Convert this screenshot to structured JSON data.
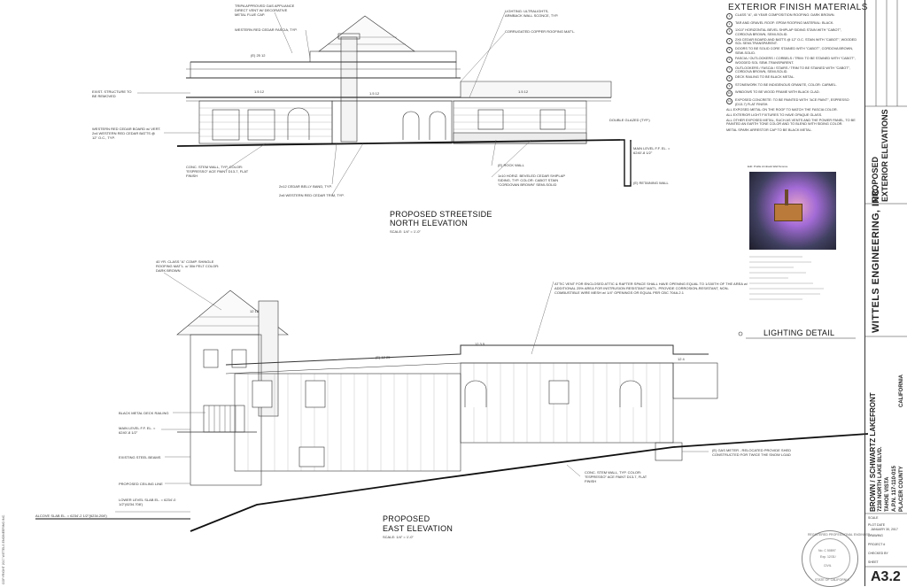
{
  "finish": {
    "title": "EXTERIOR FINISH MATERIALS",
    "items": [
      {
        "n": "1",
        "text": "CLASS \"A\", 40 YEAR COMPOSITION ROOFING: DARK BROWN."
      },
      {
        "n": "2",
        "text": "TAR AND GRAVEL ROOF: EPDM ROOFING MATERIAL: BLACK."
      },
      {
        "n": "3",
        "text": "1X10\" HORIZONTAL BEVEL SHIPLAP SIDING STAIN WITH \"CABOT\", CORDOVA BROWN, SEMI-SOLID."
      },
      {
        "n": "4",
        "text": "2X6 CEDAR BOARD AND BATTS @ 12\" O.C. STAIN WITH \"CABOT\", WOODED SOL SEMI-TRANSPARENT."
      },
      {
        "n": "5",
        "text": "DOORS TO BE SOLID CORE STAINED WITH \"CABOT\", CORDOVA BROWN, SEMI-SOLID."
      },
      {
        "n": "6",
        "text": "FASCIA / OUTLOOKERS / CORBELS / TRIM: TO BE STAINED WITH \"CABOT\", WOODED SOL SEMI-TRANSPARENT."
      },
      {
        "n": "7",
        "text": "OUTLOOKERS / FASCIA / STAIRS / TRIM TO BE STAINED WITH \"CABOT\", CORDOVA BROWN, SEMI-SOLID."
      },
      {
        "n": "8",
        "text": "DECK RAILING TO BE BLACK METAL."
      },
      {
        "n": "9",
        "text": "STONEWORK TO BE INDIGENOUS GRANITE, COLOR: CARMEL."
      },
      {
        "n": "10",
        "text": "WINDOWS TO BE WOOD FRAME WITH BLACK CLAD."
      },
      {
        "n": "11",
        "text": "EXPOSED CONCRETE: TO BE PAINTED WITH \"ACE PAINT\", ESPRESSO (D13-7) FLAT FINISH."
      }
    ],
    "notes": [
      "ALL EXPOSED METAL ON THE ROOF TO MATCH THE FASCIA COLOR.",
      "ALL EXTERIOR LIGHT FIXTURES TO HAVE OPAQUE GLASS.",
      "ALL OTHER EXPOSED METAL, SUCH AS VENTS AND THE POWER PANEL, TO BE PAINTED AN EARTH TONE COLOR AND TO BLEND WITH SIDING COLOR.",
      "METAL SPARK ARRESTOR CAP TO BE BLACK METAL."
    ]
  },
  "north": {
    "title1": "PROPOSED STREETSIDE",
    "title2": "NORTH ELEVATION",
    "scale": "SCALE: 1/4\" = 1'-0\"",
    "labels": {
      "tripa": "TRIPA APPROVED GAS APPLIANCE DIRECT VENT W/ DECORATIVE METAL FLUE CAP.",
      "fascia": "WESTERN RED CEDAR FASCIA, TYP.",
      "lighting": "LIGHTING: ULTRALIGHTS, ARMBACK WALL SCONCE, TYP.",
      "copper": "CORRUGATED COPPER ROOFING MAT'L.",
      "exist": "EXIST. STRUCTURE TO BE REMOVED",
      "board": "WESTERN RED CEDAR BOARD w/ VERT. 2x4 WESTERN RED CEDAR BATTS @ 12\" O.C., TYP.",
      "double": "DOUBLE GLAZED (TYP.)",
      "main": "MAIN LEVEL F.F. EL. = 6240'-8 1/2\"",
      "stem": "CONC. STEM WALL, TYP. COLOR: \"ESPRESSO\" ACE PAINT D13-7, FLAT FINISH",
      "belly": "2x12 CEDAR BELLY BAND, TYP.",
      "trim": "2x6 WESTERN RED CEDAR TRIM, TYP.",
      "rock": "(E) ROCK WALL",
      "siding": "1x10 HORIZ. BEVELED CEDAR SHIPLAP SIDING, TYP. COLOR: CABOT STAIN \"CORDOVAN BROWN\" SEMI-SOLID",
      "retaining": "(E) RETAINING WALL",
      "pitch1": "1.5 12",
      "pitch2": "1.5 12",
      "pitch3": "1.5 12",
      "pitch4": "(E) 25 12"
    }
  },
  "east": {
    "title1": "PROPOSED",
    "title2": "EAST ELEVATION",
    "scale": "SCALE: 1/4\" = 1'-0\"",
    "labels": {
      "shingle": "40 YR. CLASS \"A\" COMP. SHINGLE ROOFING MAT'L. o/ 30# FELT COLOR: DARK BROWN",
      "attic": "ATTIC VENT FOR ENCLOSED ATTIC & RAFTER SPACE SHALL HAVE OPENING EQUAL TO 1/150TH OF THE AREA w/ ADDITIONAL 25% AREA FOR INSTRUSION RESISTANT MAT'L. PROVIDE CORROSION-RESISTANT, NON-COMBUSTIBLE WIRE MESH w/ 1/4\" OPENINGS OR EQUAL PER CBC 704A.2.1",
      "railing": "BLACK METAL DECK RAILING",
      "mainlvl": "MAIN LEVEL F.F. EL. = 6240'-8 1/2\"",
      "beams": "EXISTING STEEL BEAMS",
      "ceiling": "PROPOSED CEILING LINE",
      "lower": "LOWER LEVEL SLAB EL. = 6234'-0 1/2\"(6234.708')",
      "alcove": "ALCOVE SLAB EL. = 6234'-2 1/2\"(6234.208')",
      "gas": "(E) GAS METER - RELOCATED PROVIDE SHED CONSTRUCTED FOR TWICE THE SNOW LOAD",
      "stem": "CONC. STEM WALL, TYP. COLOR: \"ESPRESSO\" ACE PAINT D13-7, FLAT FINISH",
      "p1": "12 12",
      "p2": "(E) 12 25",
      "p3": "12 3.5",
      "p4": "12 4"
    }
  },
  "lighting_detail": {
    "label": "LIGHTING DETAIL",
    "caption": "Edit: Profile Armback Wall Sconce"
  },
  "titleblock": {
    "project": "BROWN / SCHWARTZ LAKEFRONT",
    "address": "7238 NORTH LAKE BLVD.",
    "city": "TAHOE VISTA",
    "apn": "A.P.N. 117-110-015",
    "county": "PLACER COUNTY",
    "state": "CALIFORNIA",
    "sheet_title1": "PROPOSED",
    "sheet_title2": "EXTERIOR ELEVATIONS",
    "firm": "WITTELS ENGINEERING, INC.",
    "sheet_no": "A3.2",
    "copyright": "COPYRIGHT 2017 WITTELS ENGINEERING INC.",
    "scale_label": "SCALE",
    "plot_label": "PLOT DATE",
    "drawing_label": "DRAWING",
    "project_label": "PROJECT #",
    "checked_label": "CHECKED BY",
    "sheet_label": "SHEET",
    "plot_date": "JANUARY 30, 2017"
  },
  "stamp": {
    "ring": "REGISTERED PROFESSIONAL ENGINEER",
    "no": "No. C 50897",
    "exp": "Exp. 12/31/",
    "civil": "CIVIL",
    "state": "STATE OF CALIFORNIA"
  }
}
